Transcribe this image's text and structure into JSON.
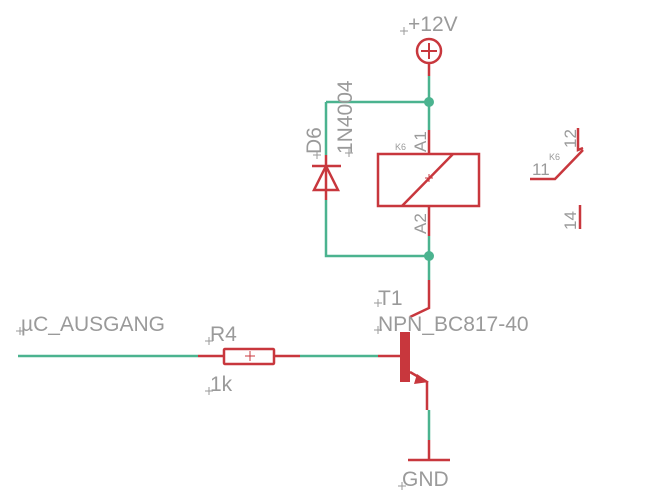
{
  "schematic": {
    "colors": {
      "wire": "#4bb38f",
      "symbol": "#c8373d",
      "text": "#9a9a9a",
      "junction": "#4bb38f"
    },
    "supply": {
      "label": "+12V",
      "icon": "plus-circle-icon"
    },
    "ground": {
      "label": "GND"
    },
    "diode": {
      "name": "D6",
      "value": "1N4004"
    },
    "relay": {
      "name": "K6",
      "coil_pin1": "A1",
      "coil_pin2": "A2",
      "contact_common": "11",
      "contact_nc": "12",
      "contact_no": "14",
      "contact_ref": "K6"
    },
    "resistor": {
      "name": "R4",
      "value": "1k"
    },
    "transistor": {
      "name": "T1",
      "value": "NPN_BC817-40"
    },
    "net": {
      "label": "µC_AUSGANG"
    }
  }
}
